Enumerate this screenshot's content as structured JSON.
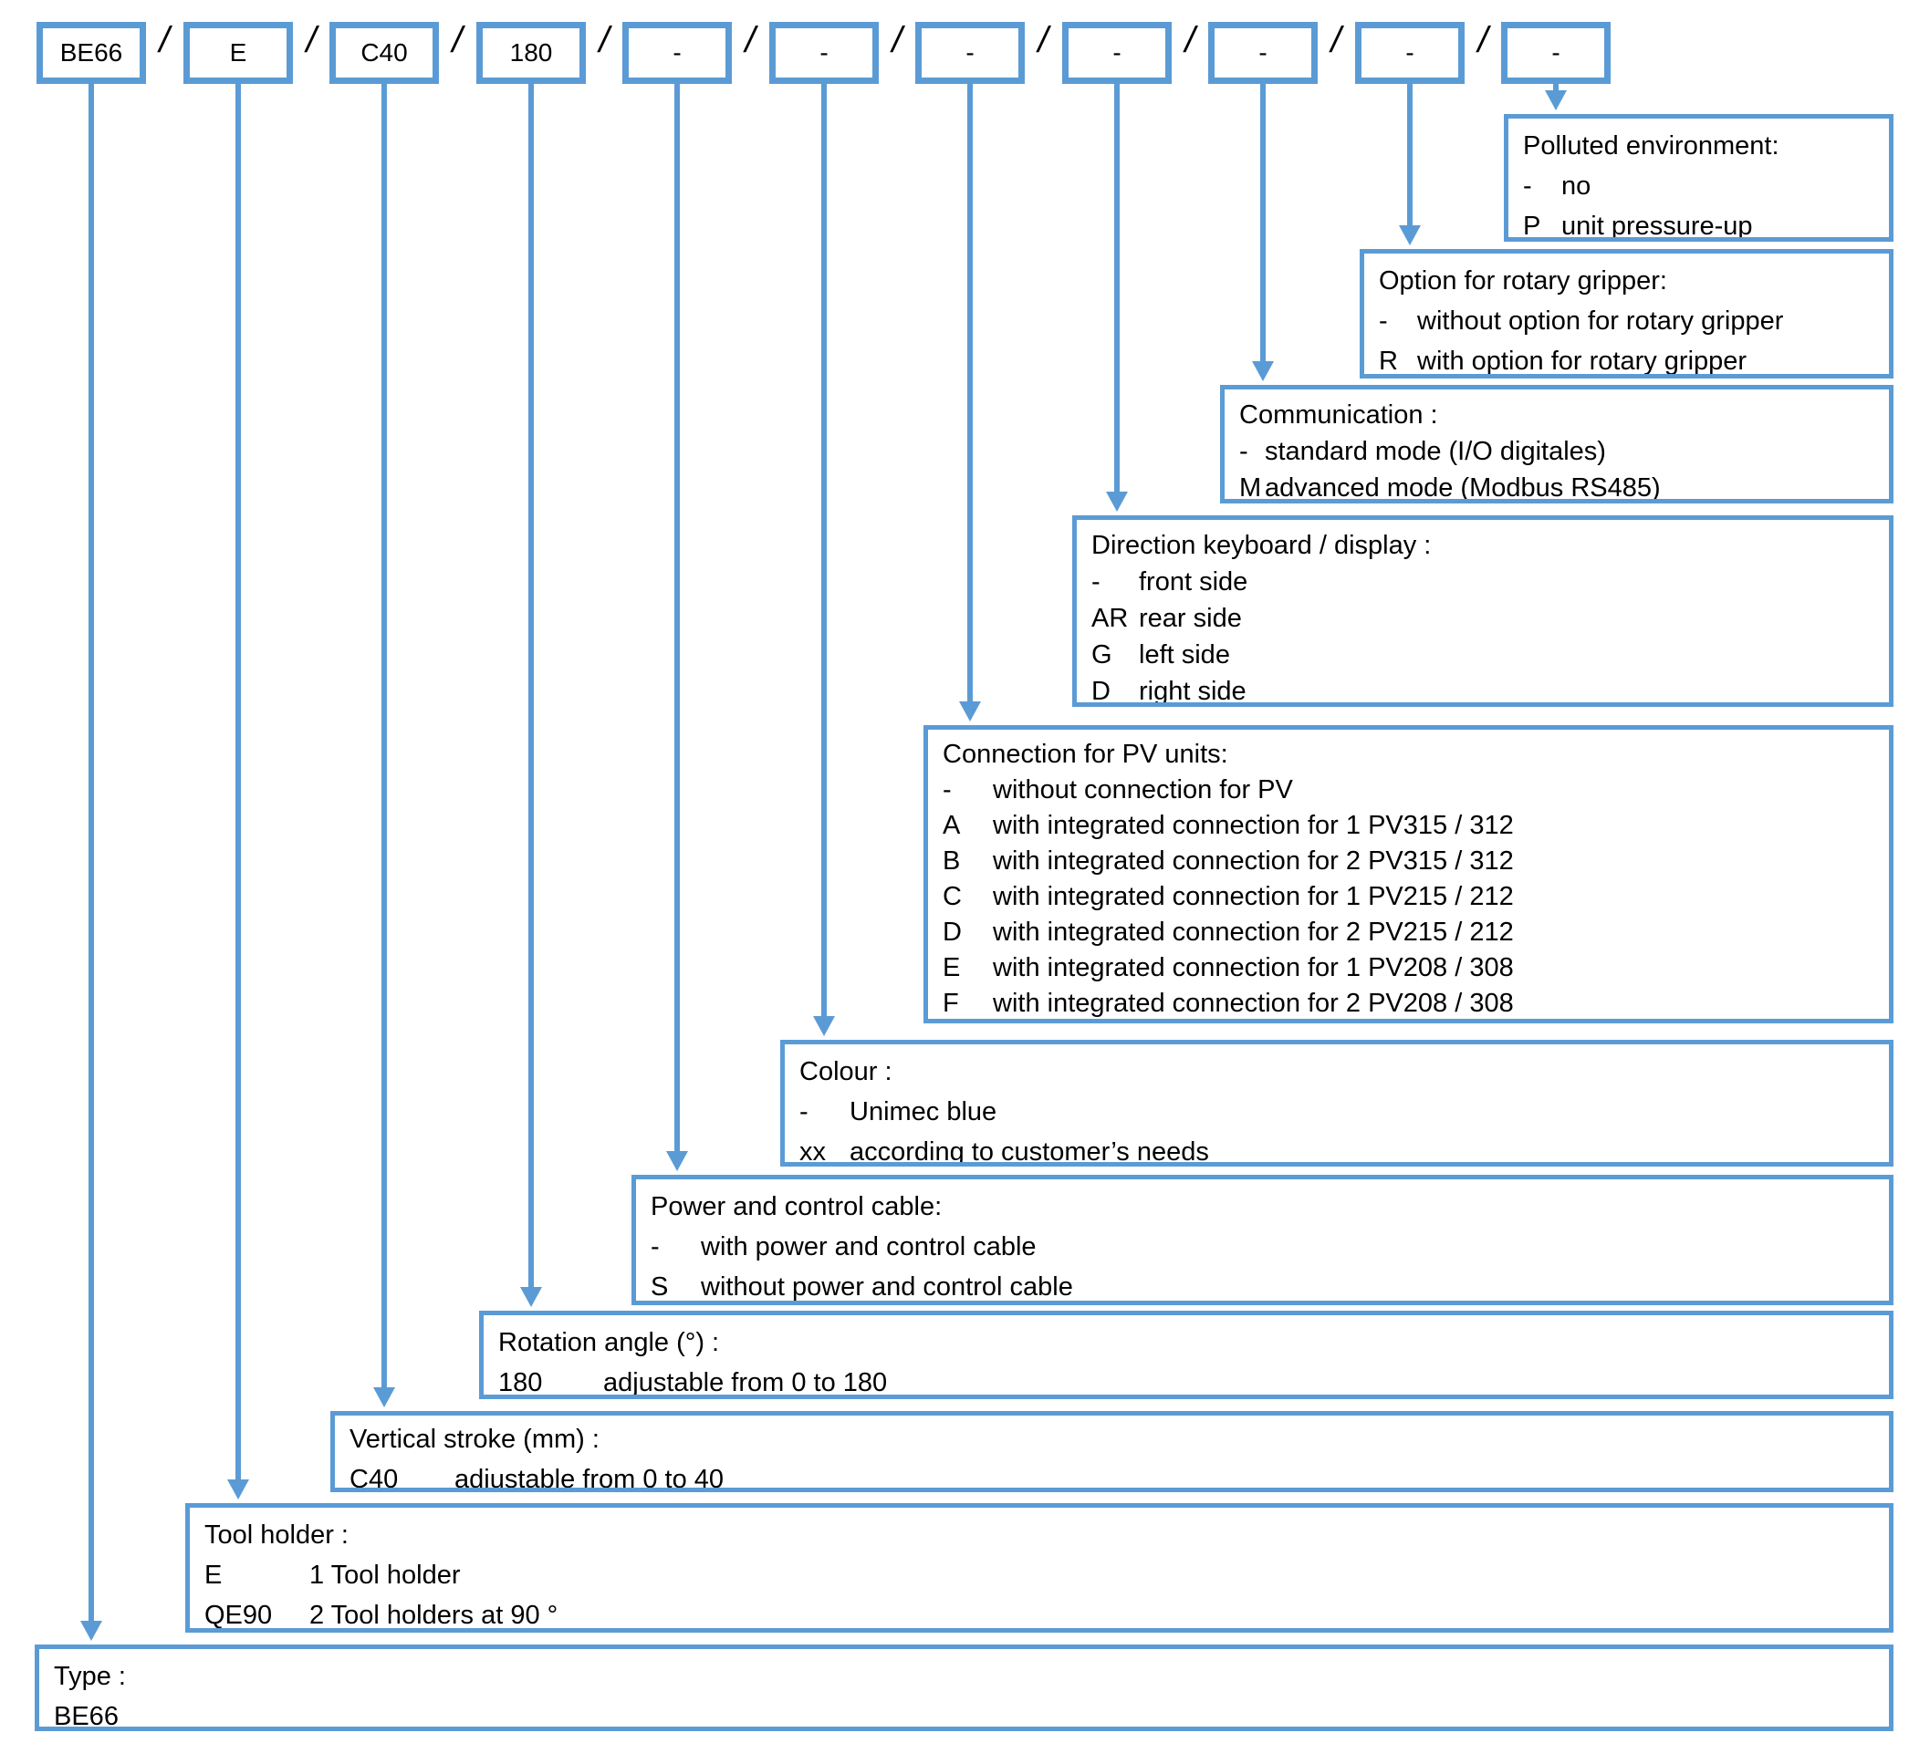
{
  "palette": {
    "accent": "#5B9BD5",
    "text": "#000000"
  },
  "top_row": {
    "separator": "/",
    "codes": [
      "BE66",
      "E",
      "C40",
      "180",
      "-",
      "-",
      "-",
      "-",
      "-",
      "-",
      "-"
    ]
  },
  "sections": {
    "type": {
      "title": "Type :",
      "items": [
        {
          "code": "BE66",
          "text": ""
        }
      ]
    },
    "tool_holder": {
      "title": "Tool holder :",
      "items": [
        {
          "code": "E",
          "text": "1 Tool holder"
        },
        {
          "code": "QE90",
          "text": "2 Tool holders at 90 °"
        }
      ]
    },
    "vertical_stroke": {
      "title": "Vertical stroke (mm) :",
      "items": [
        {
          "code": "C40",
          "text": "adjustable from 0 to 40"
        }
      ]
    },
    "rotation_angle": {
      "title": "Rotation angle (°) :",
      "items": [
        {
          "code": "180",
          "text": "adjustable from 0 to 180"
        }
      ]
    },
    "power_cable": {
      "title": "Power and control cable:",
      "items": [
        {
          "code": "-",
          "text": "with power and control cable"
        },
        {
          "code": "S",
          "text": "without power and control cable"
        }
      ]
    },
    "colour": {
      "title": "Colour :",
      "items": [
        {
          "code": "-",
          "text": "Unimec blue"
        },
        {
          "code": "xx",
          "text": "according to customer’s needs"
        }
      ]
    },
    "pv_connection": {
      "title": "Connection for PV units:",
      "items": [
        {
          "code": "-",
          "text": "without connection for PV"
        },
        {
          "code": "A",
          "text": "with integrated connection for 1 PV315 / 312"
        },
        {
          "code": "B",
          "text": "with integrated connection for 2 PV315 / 312"
        },
        {
          "code": "C",
          "text": "with integrated connection for 1 PV215 / 212"
        },
        {
          "code": "D",
          "text": "with integrated connection for 2 PV215 / 212"
        },
        {
          "code": "E",
          "text": "with integrated connection for 1 PV208 / 308"
        },
        {
          "code": "F",
          "text": "with integrated connection for 2 PV208 / 308"
        }
      ]
    },
    "direction": {
      "title": "Direction keyboard / display :",
      "items": [
        {
          "code": "-",
          "text": "front side"
        },
        {
          "code": "AR",
          "text": "rear side"
        },
        {
          "code": "G",
          "text": "left side"
        },
        {
          "code": "D",
          "text": "right side"
        }
      ]
    },
    "communication": {
      "title": "Communication :",
      "items": [
        {
          "code": "-",
          "text": "standard mode (I/O digitales)"
        },
        {
          "code": "M",
          "text": "advanced mode (Modbus RS485)"
        }
      ]
    },
    "rotary_gripper": {
      "title": "Option for rotary gripper:",
      "items": [
        {
          "code": "-",
          "text": "without option for rotary gripper"
        },
        {
          "code": "R",
          "text": "with option for rotary gripper"
        }
      ]
    },
    "polluted_environment": {
      "title": "Polluted environment:",
      "items": [
        {
          "code": "-",
          "text": "no"
        },
        {
          "code": "P",
          "text": "unit pressure-up"
        }
      ]
    }
  }
}
